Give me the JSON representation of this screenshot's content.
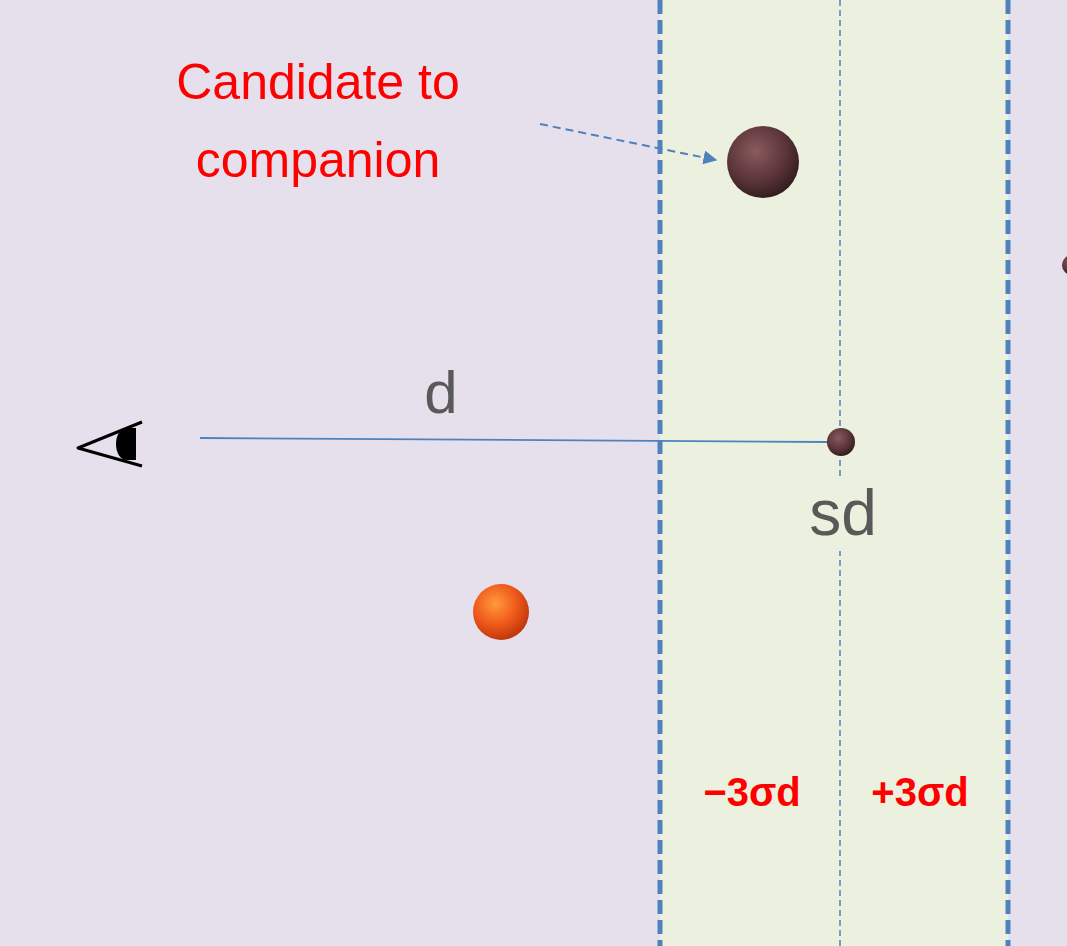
{
  "diagram": {
    "labels": [
      "Candidate to companion",
      "d",
      "sd",
      "−3σd",
      "+3σd"
    ]
  }
}
